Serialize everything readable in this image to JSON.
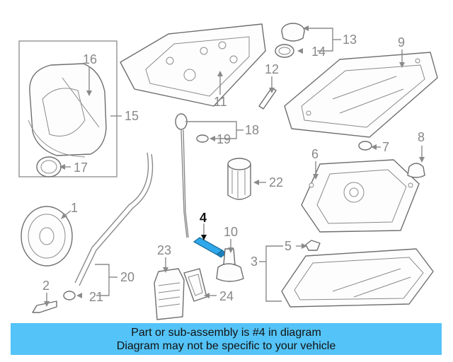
{
  "diagram": {
    "labels": [
      "1",
      "2",
      "3",
      "4",
      "5",
      "6",
      "7",
      "8",
      "9",
      "10",
      "11",
      "12",
      "13",
      "14",
      "15",
      "16",
      "17",
      "18",
      "19",
      "20",
      "21",
      "22",
      "23",
      "24"
    ],
    "highlighted_label": "4"
  },
  "banner": {
    "line1": "Part or sub-assembly is #4 in diagram",
    "line2": "Diagram may not be specific to your vehicle",
    "background": "#54c3f7"
  },
  "colors": {
    "highlight": "#2ea8ea",
    "line": "#8a8a8a"
  }
}
